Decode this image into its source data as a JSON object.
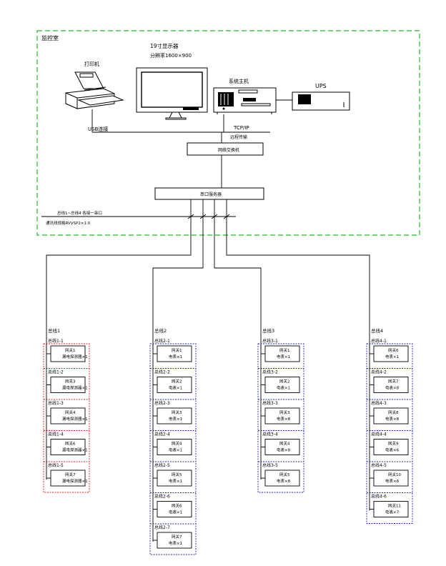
{
  "room": {
    "label": "监控室"
  },
  "devices": {
    "printer_label": "打印机",
    "usb_label": "USB连接",
    "monitor_label": "19寸显示器",
    "monitor_res": "分辨率1600×900",
    "host_label": "系统主机",
    "ups_label": "UPS",
    "tcpip_label": "TCP/IP",
    "remote_label": "远程传输",
    "switch_tag": "",
    "switch_label": "网络交换机",
    "server_tag": "",
    "server_label": "串口服务器"
  },
  "bus": {
    "line1": "总线1~总线4 各接一串口",
    "line2": "通讯线规格RVVSP2×1.0"
  },
  "branches": [
    {
      "title": "总线1",
      "units": [
        {
          "tag": "总线1-1",
          "name": "网关1",
          "device": "漏电探测器×1"
        },
        {
          "tag": "总线1-2",
          "name": "网关3",
          "device": "漏电探测器×1"
        },
        {
          "tag": "总线1-3",
          "name": "网关4",
          "device": "漏电探测器×1"
        },
        {
          "tag": "总线1-4",
          "name": "网关6",
          "device": "漏电探测器×1"
        },
        {
          "tag": "总线1-5",
          "name": "网关7",
          "device": "漏电探测器×1"
        }
      ]
    },
    {
      "title": "总线2",
      "units": [
        {
          "tag": "总线2-1",
          "name": "网关1",
          "device": "电表×1"
        },
        {
          "tag": "总线2-2",
          "name": "网关2",
          "device": "电表×1"
        },
        {
          "tag": "总线2-3",
          "name": "网关3",
          "device": "电表×1"
        },
        {
          "tag": "总线2-4",
          "name": "网关4",
          "device": "电表×1"
        },
        {
          "tag": "总线2-5",
          "name": "网关5",
          "device": "电表×1"
        },
        {
          "tag": "总线2-6",
          "name": "网关6",
          "device": "电表×1"
        },
        {
          "tag": "总线2-7",
          "name": "网关7",
          "device": "电表×1"
        }
      ]
    },
    {
      "title": "总线3",
      "units": [
        {
          "tag": "总线3-1",
          "name": "网关1",
          "device": "电表×1"
        },
        {
          "tag": "总线3-2",
          "name": "网关2",
          "device": "电表×1"
        },
        {
          "tag": "总线3-3",
          "name": "网关3",
          "device": "电表×8"
        },
        {
          "tag": "总线3-4",
          "name": "网关4",
          "device": "电表×8"
        },
        {
          "tag": "总线3-5",
          "name": "网关5",
          "device": "电表×8"
        }
      ]
    },
    {
      "title": "总线4",
      "units": [
        {
          "tag": "总线4-1",
          "name": "网关6",
          "device": "电表×1"
        },
        {
          "tag": "总线4-2",
          "name": "网关7",
          "device": "电表×8"
        },
        {
          "tag": "总线4-3",
          "name": "网关8",
          "device": "电表×8"
        },
        {
          "tag": "总线4-4",
          "name": "网关9",
          "device": "电表×6"
        },
        {
          "tag": "总线4-5",
          "name": "网关10",
          "device": "电表×6"
        },
        {
          "tag": "总线4-6",
          "name": "网关11",
          "device": "电表×7"
        }
      ]
    }
  ],
  "colors": {
    "room_border": "#22bb22",
    "red_group": "#dd2222",
    "blue_group": "#2222aa",
    "line": "#000000"
  }
}
